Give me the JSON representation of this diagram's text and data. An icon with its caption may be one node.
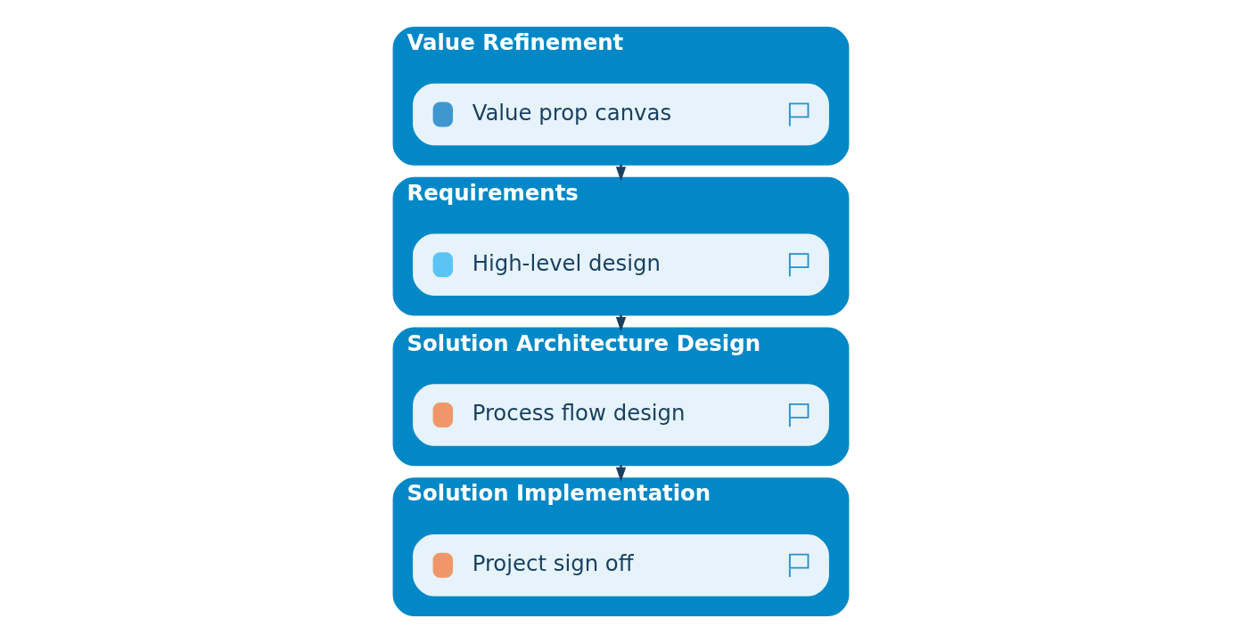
{
  "diagram": {
    "nodes": [
      {
        "text": [
          "Value Refinement"
        ]
      },
      {
        "text": [
          "Value prop canvas"
        ],
        "in": 0
      },
      {
        "text": [
          "Requirements"
        ]
      },
      {
        "text": [
          "High-level design"
        ],
        "in": 2
      },
      {
        "text": [
          "Solution Architecture Design"
        ]
      },
      {
        "text": [
          "Process flow design"
        ],
        "in": 4
      },
      {
        "text": [
          "Solution Implementation"
        ]
      },
      {
        "text": [
          "Project sign off"
        ],
        "in": 6
      }
    ],
    "edges": [
      {
        "from": 0,
        "to": 2,
        "arrow": "to"
      },
      {
        "from": 2,
        "to": 4,
        "arrow": "to"
      },
      {
        "from": 4,
        "to": 6,
        "arrow": "to"
      }
    ]
  }
}
